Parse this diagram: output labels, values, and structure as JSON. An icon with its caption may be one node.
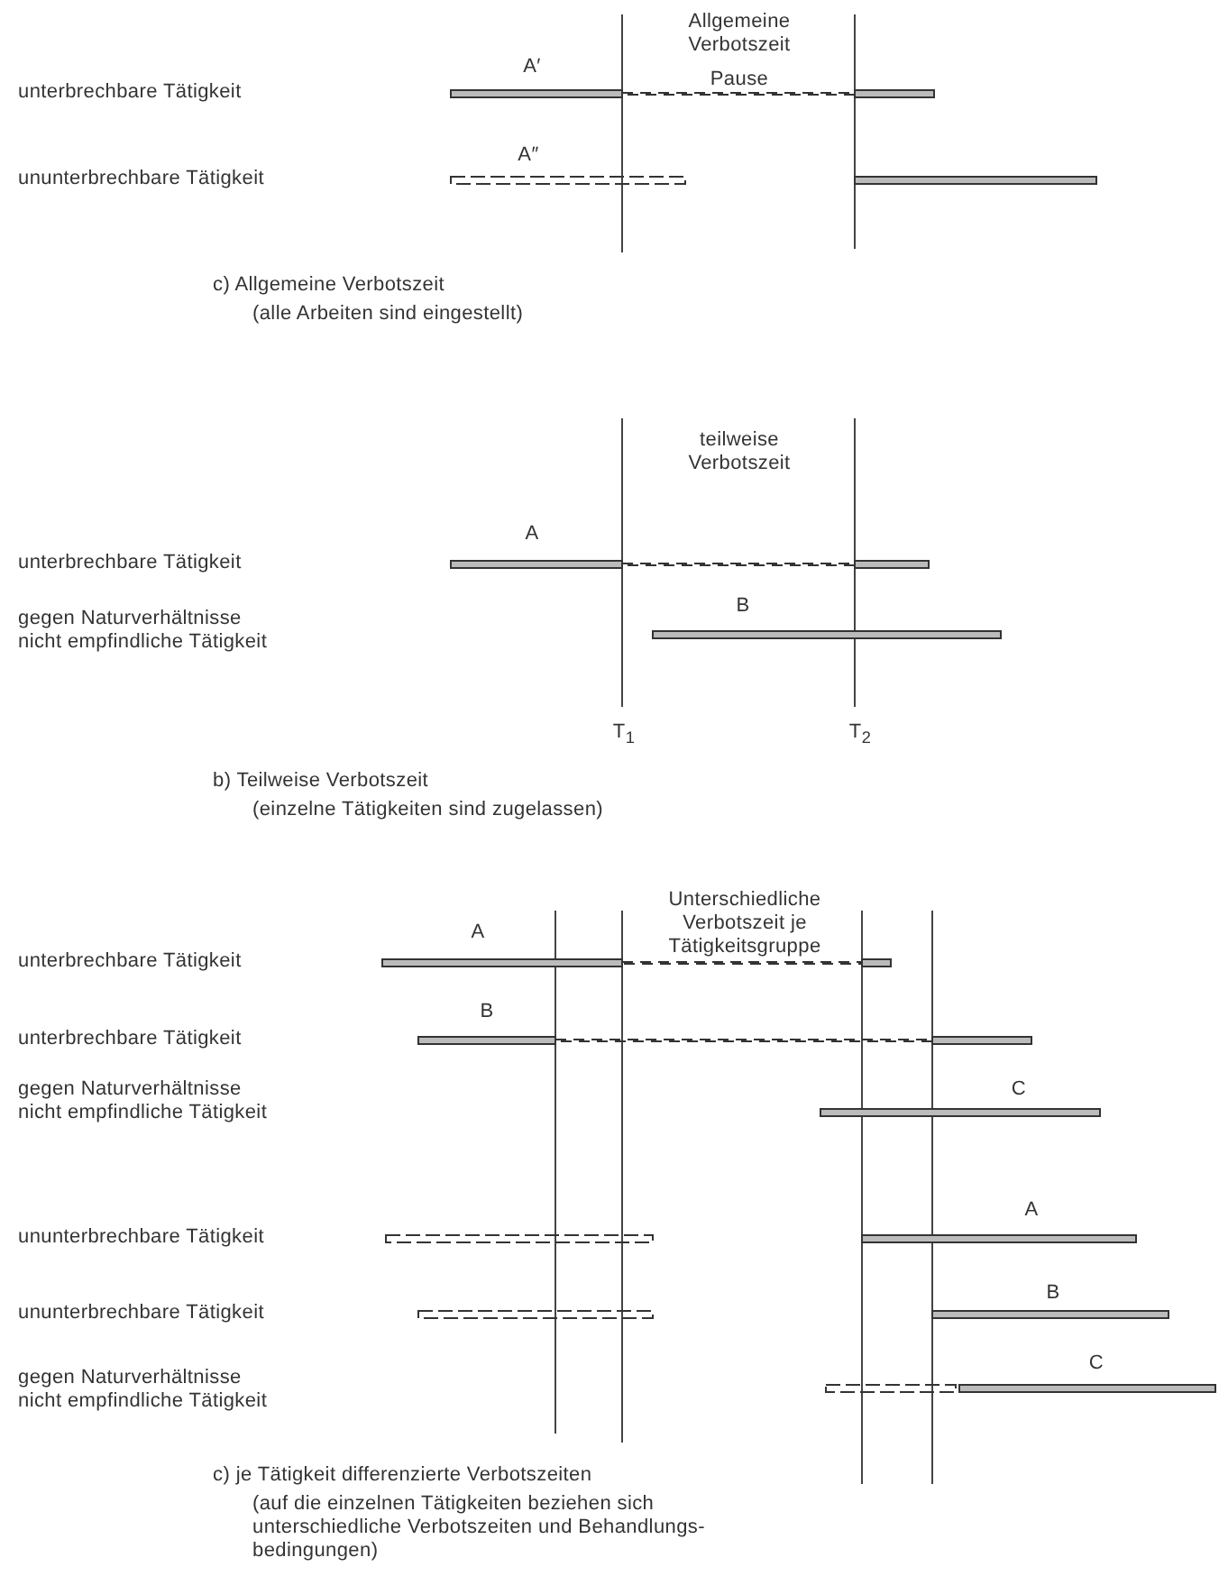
{
  "diagram": {
    "labels": [
      "Allgemeine Verbotszeit",
      "A′",
      "Pause",
      "unterbrechbare Tätigkeit",
      "A″",
      "ununterbrechbare Tätigkeit",
      "c) Allgemeine Verbotszeit",
      "(alle Arbeiten sind eingestellt)",
      "teilweise Verbotszeit",
      "A",
      "unterbrechbare Tätigkeit",
      "B",
      "gegen Naturverhältnisse nicht empfindliche Tätigkeit",
      "T$_{1}$",
      "T$_{2}$",
      "b) Teilweise Verbotszeit",
      "(einzelne Tätigkeiten sind zugelassen)",
      "Unterschiedliche Verbotszeit je Tätigkeitsgruppe",
      "A",
      "unterbrechbare Tätigkeit",
      "B",
      "unterbrechbare Tätigkeit",
      "gegen Naturverhältnisse nicht empfindliche Tätigkeit",
      "C",
      "A",
      "ununterbrechbare Tätigkeit",
      "B",
      "ununterbrechbare Tätigkeit",
      "gegen Naturverhältnisse nicht empfindliche Tätigkeit",
      "C",
      "c) je Tätigkeit differenzierte Verbotszeiten",
      "(auf die einzelnen Tätigkeiten beziehen sich unterschiedliche Verbotszeiten und Behandlungs- bedingungen)"
    ]
  }
}
